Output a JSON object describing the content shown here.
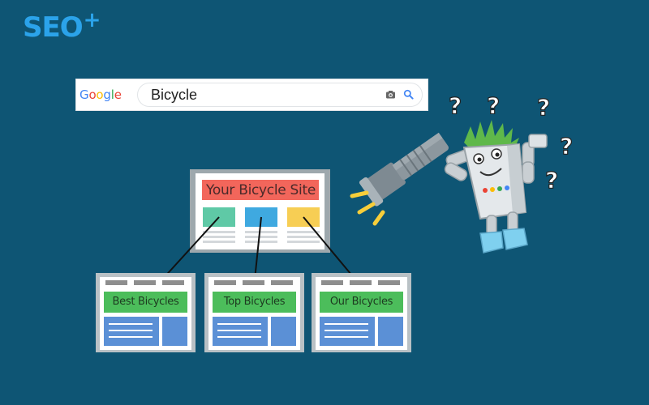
{
  "brand": {
    "logo_text": "SEO",
    "logo_plus": "+"
  },
  "search": {
    "engine_logo": [
      "G",
      "o",
      "o",
      "g",
      "l",
      "e"
    ],
    "engine_logo_colors": [
      "#4285F4",
      "#EA4335",
      "#FBBC05",
      "#4285F4",
      "#34A853",
      "#EA4335"
    ],
    "query": "Bicycle",
    "camera_icon": "camera-icon",
    "search_icon": "magnifier-icon"
  },
  "homepage": {
    "title": "Your Bicycle Site",
    "title_bg": "#f2665b",
    "block_colors": [
      "#5fc9a6",
      "#3fa9e0",
      "#f7ce54"
    ]
  },
  "pages": [
    {
      "label": "Best Bicycles"
    },
    {
      "label": "Top Bicycles"
    },
    {
      "label": "Our Bicycles"
    }
  ],
  "colors": {
    "background": "#0e5574",
    "brand_blue": "#2ba3ea",
    "page_header_green": "#4cbd5b",
    "content_blue": "#5b90d6"
  },
  "illustration": {
    "flashlight_icon": "flashlight-icon",
    "robot_icon": "googlebot-robot-icon",
    "question_marks": [
      "?",
      "?",
      "?",
      "?",
      "?"
    ]
  }
}
